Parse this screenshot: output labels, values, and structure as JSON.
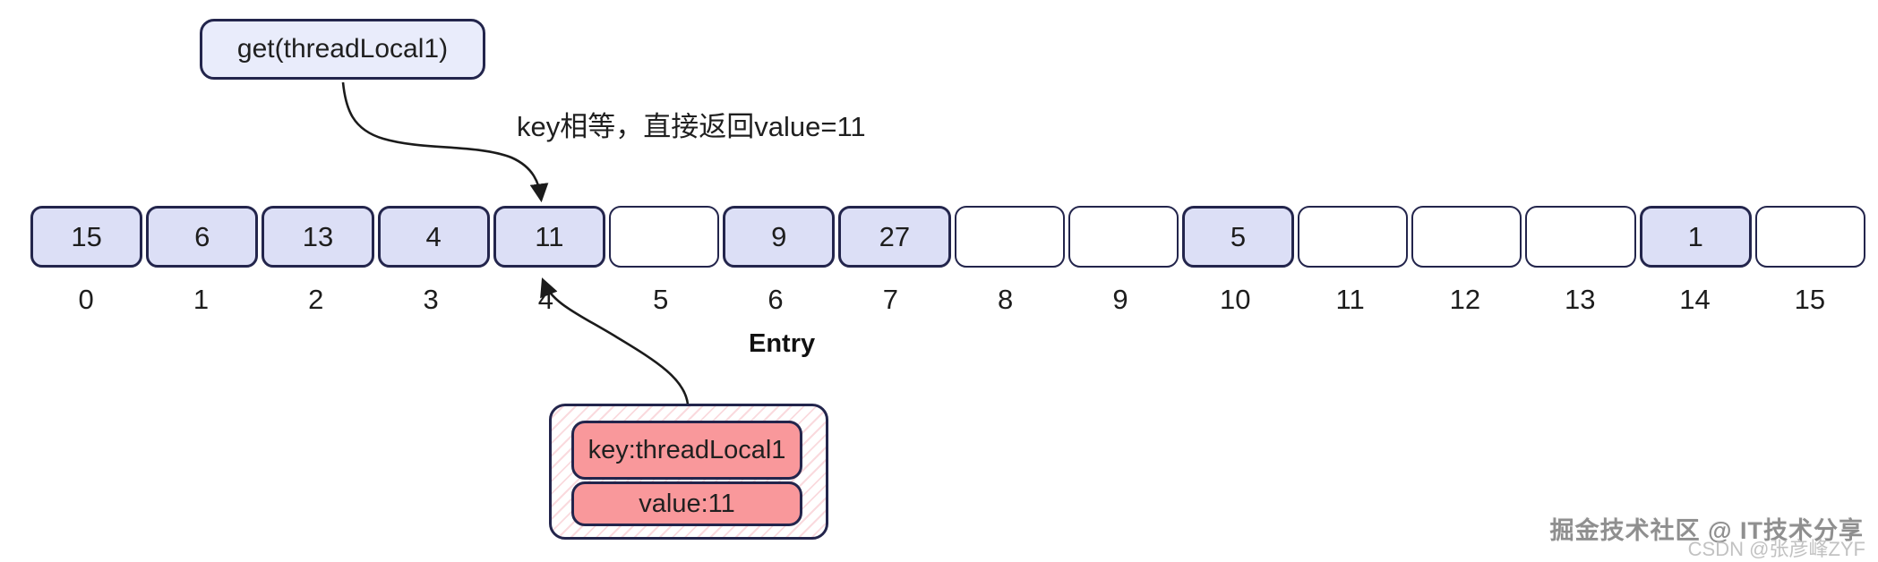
{
  "colors": {
    "border_navy": "#23254c",
    "cell_filled": "#dcdff6",
    "cell_empty": "#ffffff",
    "get_box_fill": "#e9ecfb",
    "entry_fill": "#f9989b",
    "hatch_pink": "#fadade",
    "arrow": "#1b1b1b",
    "text_dark": "#1f1f1f"
  },
  "get_box": {
    "label": "get(threadLocal1)"
  },
  "annotation": {
    "text": "key相等，直接返回value=11"
  },
  "array": {
    "cells": [
      {
        "index": 0,
        "value": "15"
      },
      {
        "index": 1,
        "value": "6"
      },
      {
        "index": 2,
        "value": "13"
      },
      {
        "index": 3,
        "value": "4"
      },
      {
        "index": 4,
        "value": "11"
      },
      {
        "index": 5,
        "value": ""
      },
      {
        "index": 6,
        "value": "9"
      },
      {
        "index": 7,
        "value": "27"
      },
      {
        "index": 8,
        "value": ""
      },
      {
        "index": 9,
        "value": ""
      },
      {
        "index": 10,
        "value": "5"
      },
      {
        "index": 11,
        "value": ""
      },
      {
        "index": 12,
        "value": ""
      },
      {
        "index": 13,
        "value": ""
      },
      {
        "index": 14,
        "value": "1"
      },
      {
        "index": 15,
        "value": ""
      }
    ]
  },
  "entry": {
    "label": "Entry",
    "key": "key:threadLocal1",
    "value": "value:11"
  },
  "watermarks": {
    "juejin": "掘金技术社区 @ IT技术分享",
    "csdn": "CSDN @张彦峰ZYF"
  }
}
